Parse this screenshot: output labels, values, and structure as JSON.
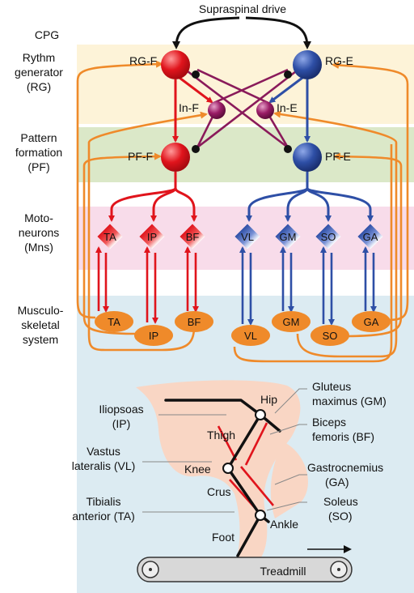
{
  "header": {
    "supraspinal": "Supraspinal drive",
    "cpg": "CPG"
  },
  "levels": {
    "rg": [
      "Rythm",
      "generator",
      "(RG)"
    ],
    "pf": [
      "Pattern",
      "formation",
      "(PF)"
    ],
    "mn": [
      "Moto-",
      "neurons",
      "(Mns)"
    ],
    "ms": [
      "Musculo-",
      "skeletal",
      "system"
    ]
  },
  "neurons": {
    "rgf": "RG-F",
    "rge": "RG-E",
    "inf": "In-F",
    "ine": "In-E",
    "pff": "PF-F",
    "pfe": "PF-E"
  },
  "motoneurons": [
    "TA",
    "IP",
    "BF",
    "VL",
    "GM",
    "SO",
    "GA"
  ],
  "muscles": [
    "TA",
    "IP",
    "BF",
    "VL",
    "GM",
    "SO",
    "GA"
  ],
  "leg": {
    "hip": "Hip",
    "thigh": "Thigh",
    "knee": "Knee",
    "crus": "Crus",
    "ankle": "Ankle",
    "foot": "Foot",
    "treadmill": "Treadmill",
    "left_labels": [
      [
        "Iliopsoas",
        "(IP)"
      ],
      [
        "Vastus",
        "lateralis (VL)"
      ],
      [
        "Tibialis",
        "anterior (TA)"
      ]
    ],
    "right_labels": [
      [
        "Gluteus",
        "maximus (GM)"
      ],
      [
        "Biceps",
        "femoris (BF)"
      ],
      [
        "Gastrocnemius",
        "(GA)"
      ],
      [
        "Soleus",
        "(SO)"
      ]
    ]
  },
  "colors": {
    "flexor": "#e0141c",
    "extensor": "#2e4fa6",
    "inter": "#8a1a5a",
    "feedback": "#ef8a2a",
    "band_rg": "#fdf3d8",
    "band_pf": "#dbe8c8",
    "band_mn": "#f8dcea",
    "band_ms": "#dcebf2",
    "skin": "#f9d6c4"
  }
}
